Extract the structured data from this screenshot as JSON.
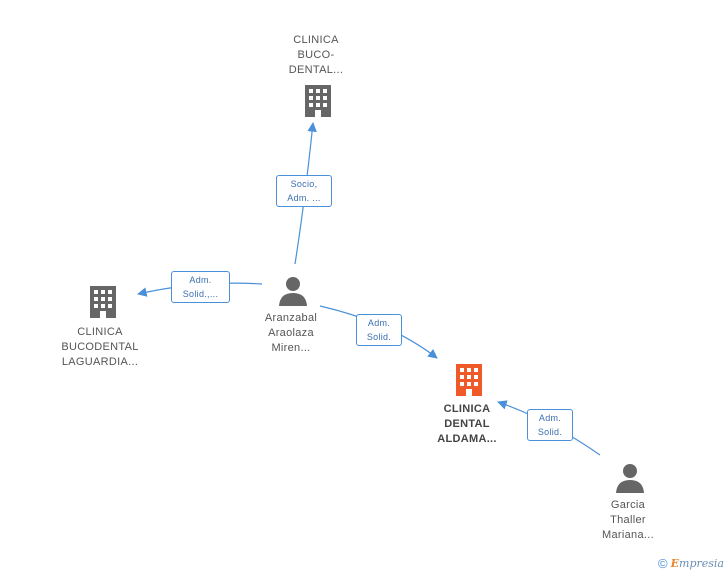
{
  "nodes": {
    "clinica_buco_dental": {
      "lines": [
        "CLINICA",
        "BUCO-",
        "DENTAL..."
      ],
      "type": "company"
    },
    "clinica_bucodental_laguardia": {
      "lines": [
        "CLINICA",
        "BUCODENTAL",
        "LAGUARDIA..."
      ],
      "type": "company"
    },
    "clinica_dental_aldama": {
      "lines": [
        "CLINICA",
        "DENTAL",
        "ALDAMA..."
      ],
      "type": "company-main"
    },
    "aranzabal": {
      "lines": [
        "Aranzabal",
        "Araolaza",
        "Miren..."
      ],
      "type": "person"
    },
    "garcia": {
      "lines": [
        "Garcia",
        "Thaller",
        "Mariana..."
      ],
      "type": "person"
    }
  },
  "edges": {
    "to_buco_dental": {
      "lines": [
        "Socio,",
        "Adm. ..."
      ]
    },
    "to_laguardia": {
      "lines": [
        "Adm.",
        "Solid.,..."
      ]
    },
    "to_aldama_from_aranzabal": {
      "lines": [
        "Adm.",
        "Solid."
      ]
    },
    "to_aldama_from_garcia": {
      "lines": [
        "Adm.",
        "Solid."
      ]
    }
  },
  "colors": {
    "edge": "#4a90d9",
    "company_icon": "#666666",
    "main_company_icon": "#f05a28",
    "person_icon": "#666666"
  },
  "footer": {
    "copyright_symbol": "©",
    "brand_initial": "E",
    "brand_rest": "mpresia"
  }
}
